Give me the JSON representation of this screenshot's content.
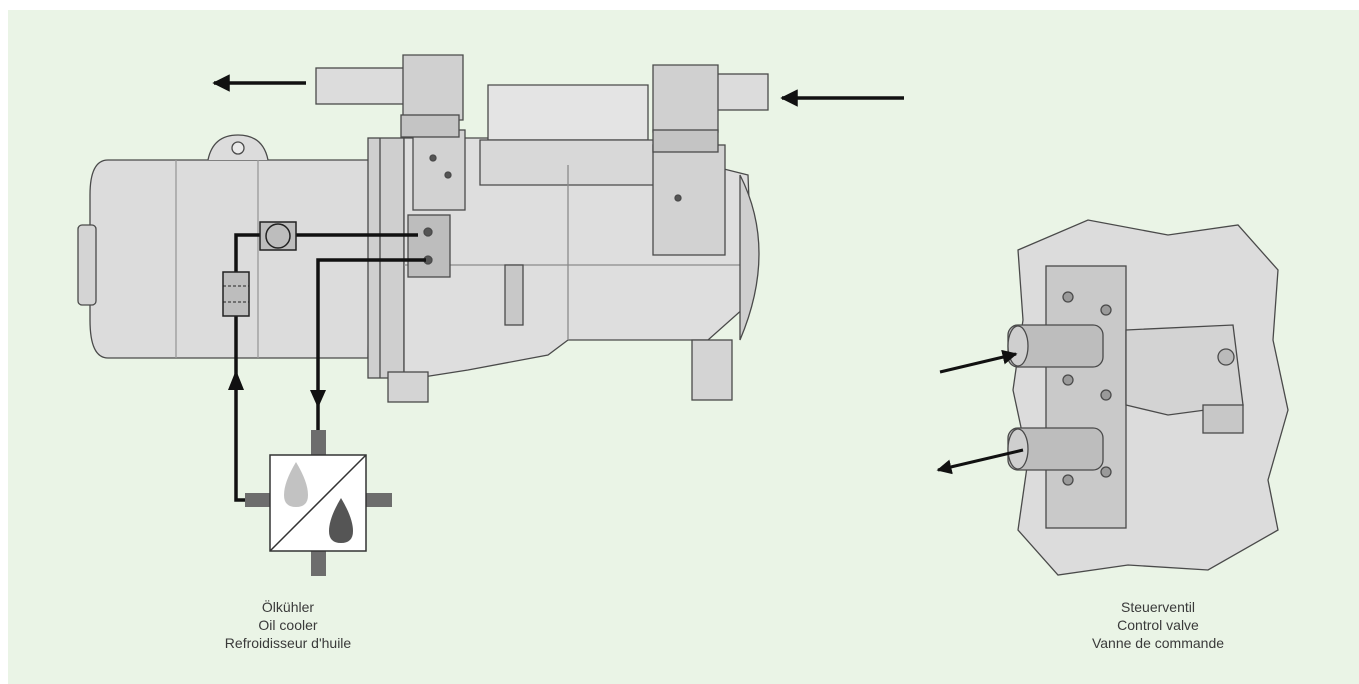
{
  "colors": {
    "background": "#eaf4e6",
    "machine_body": "#dcdcdc",
    "machine_outline": "#4a4a4a",
    "pipe": "#111111",
    "valve_body": "#d0d0d0"
  },
  "icons": [
    "arrow-icon",
    "oil-drop-icon",
    "heat-exchanger-icon"
  ],
  "captions": {
    "oil_cooler": {
      "de": "Ölkühler",
      "en": "Oil cooler",
      "fr": "Refroidisseur d'huile"
    },
    "control_valve": {
      "de": "Steuerventil",
      "en": "Control valve",
      "fr": "Vanne de commande"
    }
  }
}
